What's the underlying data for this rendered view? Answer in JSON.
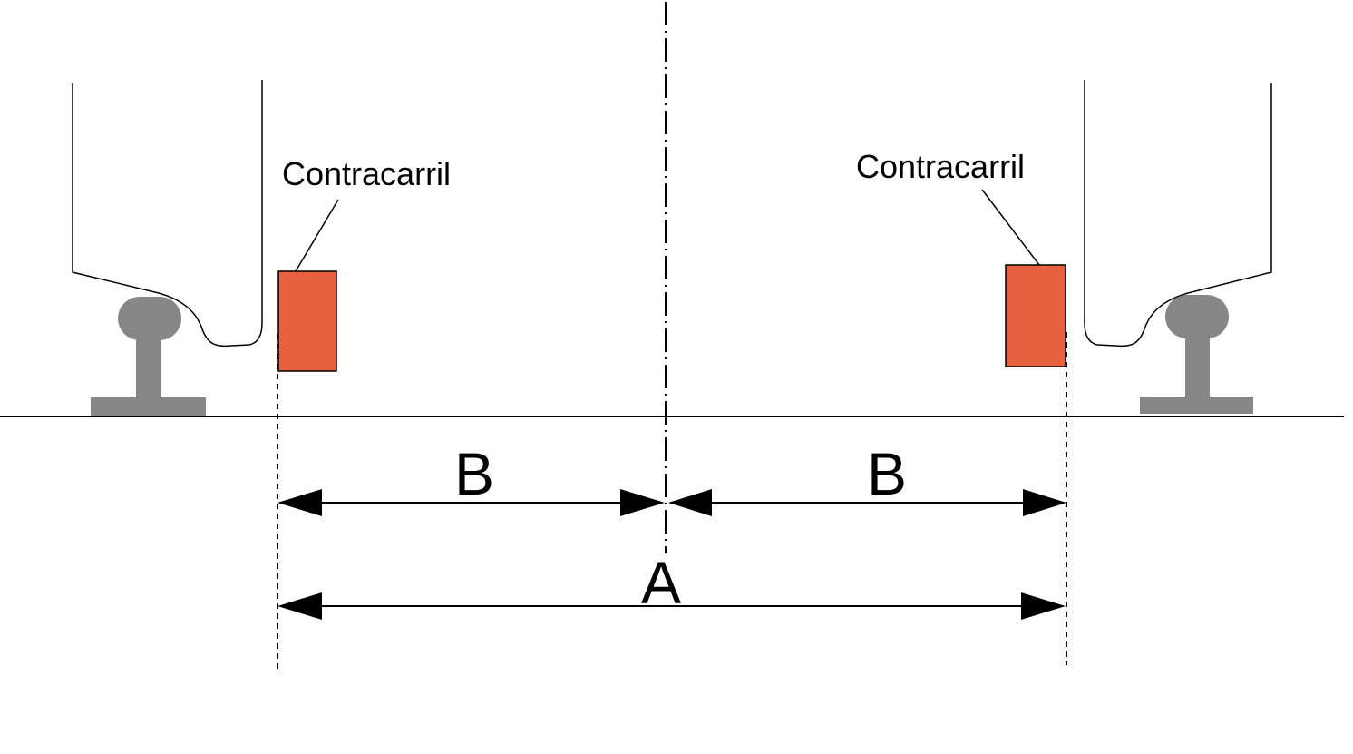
{
  "diagram": {
    "left_label": "Contracarril",
    "right_label": "Contracarril",
    "dim_b_left": "B",
    "dim_b_right": "B",
    "dim_a": "A"
  },
  "colors": {
    "guard_rail_fill": "#e8613f",
    "rail_fill": "#878787",
    "line": "#000000",
    "background": "#ffffff"
  }
}
